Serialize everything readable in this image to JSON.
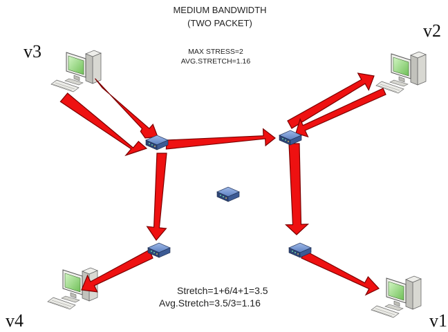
{
  "title": {
    "line1": "MEDIUM BANDWIDTH",
    "line2": "(TWO PACKET)"
  },
  "metrics": {
    "max_stress": "MAX STRESS=2",
    "avg_stretch": "AVG.STRETCH=1.16"
  },
  "computation": {
    "stretch": "Stretch=1+6/4+1=3.5",
    "avg_stretch": "Avg.Stretch=3.5/3=1.16"
  },
  "hosts": [
    {
      "label": "v3",
      "icon": "desktop-computer-icon"
    },
    {
      "label": "v2",
      "icon": "desktop-computer-icon"
    },
    {
      "label": "v4",
      "icon": "desktop-computer-icon"
    },
    {
      "label": "v1",
      "icon": "desktop-computer-icon"
    }
  ],
  "routers": [
    "router-icon",
    "router-icon",
    "router-icon",
    "router-icon",
    "router-icon"
  ],
  "colors": {
    "arrow_fill": "#ee1111",
    "arrow_stroke": "#7a0000",
    "monitor_screen": "#9fe08a",
    "router_body": "#5b7fc0"
  }
}
